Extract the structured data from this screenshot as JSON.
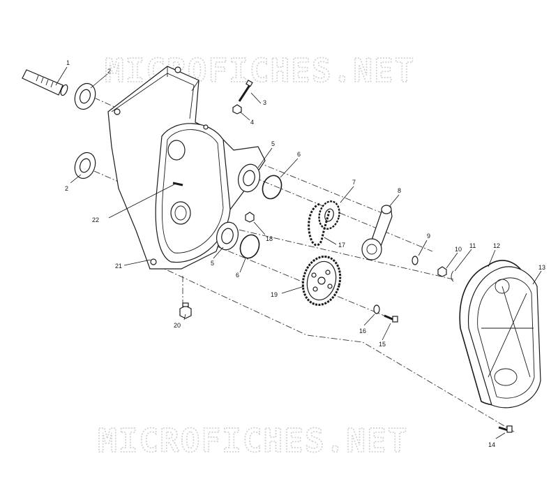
{
  "watermark": {
    "text": "MICROFICHES.NET"
  },
  "callouts": [
    {
      "id": "c1",
      "label": "1"
    },
    {
      "id": "c2a",
      "label": "2"
    },
    {
      "id": "c2b",
      "label": "2"
    },
    {
      "id": "c3",
      "label": "3"
    },
    {
      "id": "c4",
      "label": "4"
    },
    {
      "id": "c5a",
      "label": "5"
    },
    {
      "id": "c5b",
      "label": "5"
    },
    {
      "id": "c6a",
      "label": "6"
    },
    {
      "id": "c6b",
      "label": "6"
    },
    {
      "id": "c7",
      "label": "7"
    },
    {
      "id": "c8",
      "label": "8"
    },
    {
      "id": "c9",
      "label": "9"
    },
    {
      "id": "c10",
      "label": "10"
    },
    {
      "id": "c11",
      "label": "11"
    },
    {
      "id": "c12",
      "label": "12"
    },
    {
      "id": "c13",
      "label": "13"
    },
    {
      "id": "c14",
      "label": "14"
    },
    {
      "id": "c15",
      "label": "15"
    },
    {
      "id": "c16",
      "label": "16"
    },
    {
      "id": "c17",
      "label": "17"
    },
    {
      "id": "c18",
      "label": "18"
    },
    {
      "id": "c19",
      "label": "19"
    },
    {
      "id": "c20",
      "label": "20"
    },
    {
      "id": "c21",
      "label": "21"
    },
    {
      "id": "c22",
      "label": "22"
    }
  ]
}
